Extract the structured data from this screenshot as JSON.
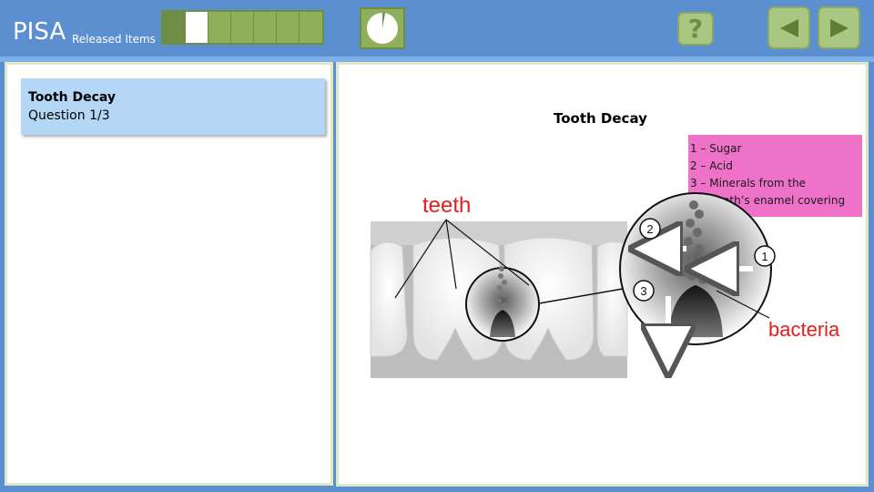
{
  "header": {
    "title": "PISA",
    "subtitle": "Released Items",
    "progress": {
      "segments": 7,
      "current": 2
    },
    "help_label": "?"
  },
  "sidebar": {
    "question_title": "Tooth Decay",
    "question_number": "Question 1/3"
  },
  "stimulus": {
    "title": "Tooth Decay",
    "legend": {
      "line1": "1 – Sugar",
      "line2": "2 – Acid",
      "line3": "3 – Minerals from the",
      "line4": "tooth’s enamel covering"
    },
    "labels": {
      "teeth": "teeth",
      "bacteria": "bacteria",
      "marker1": "1",
      "marker2": "2",
      "marker3": "3"
    },
    "label_color": "#e81c1c"
  },
  "colors": {
    "header_bg": "#5b8fd0",
    "button_green": "#a9c783",
    "legend_bg": "#ee73c8",
    "card_bg": "#b4d7f5"
  },
  "icons": {
    "help": "question-icon",
    "prev": "triangle-left-icon",
    "next": "triangle-right-icon",
    "timer": "pie-clock-icon"
  }
}
